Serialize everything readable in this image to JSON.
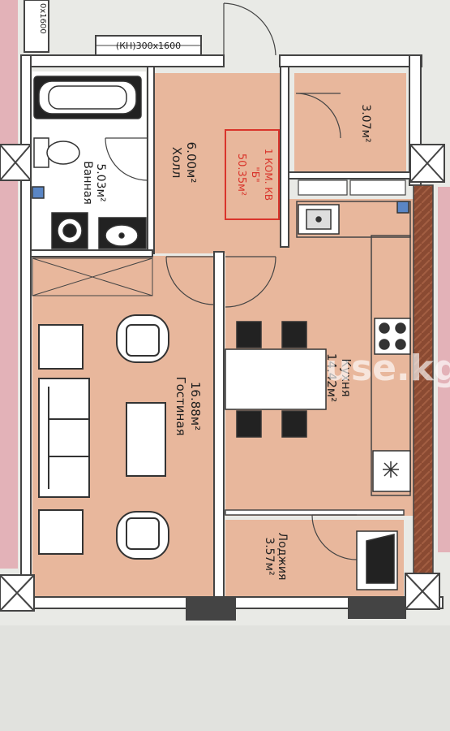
{
  "colors": {
    "paper": "#e9eae6",
    "floor": "#e8b79c",
    "wall": "#444444",
    "wall_inner": "#ffffff",
    "stamp": "#d9342b",
    "brick": "#8a4a32",
    "pink_margin": "#e3b2b8"
  },
  "window_label": "(КН)300х1600",
  "side_window_label": "0х1600",
  "stamp": {
    "line1": "1 КОМ. КВ",
    "line2": "\"Б\"",
    "line3": "50.35м²"
  },
  "rooms": {
    "hall": {
      "name": "Холл",
      "area": "6.00м²"
    },
    "bathroom": {
      "name": "Ванная",
      "area": "5.03м²"
    },
    "storage": {
      "name": "",
      "area": "3.07м²"
    },
    "kitchen": {
      "name": "Кухня",
      "area": "14.42м²"
    },
    "living": {
      "name": "Гостиная",
      "area": "16.88м²"
    },
    "loggia": {
      "name": "Лоджия",
      "area": "3.57м²"
    }
  },
  "watermark": "house.kg"
}
